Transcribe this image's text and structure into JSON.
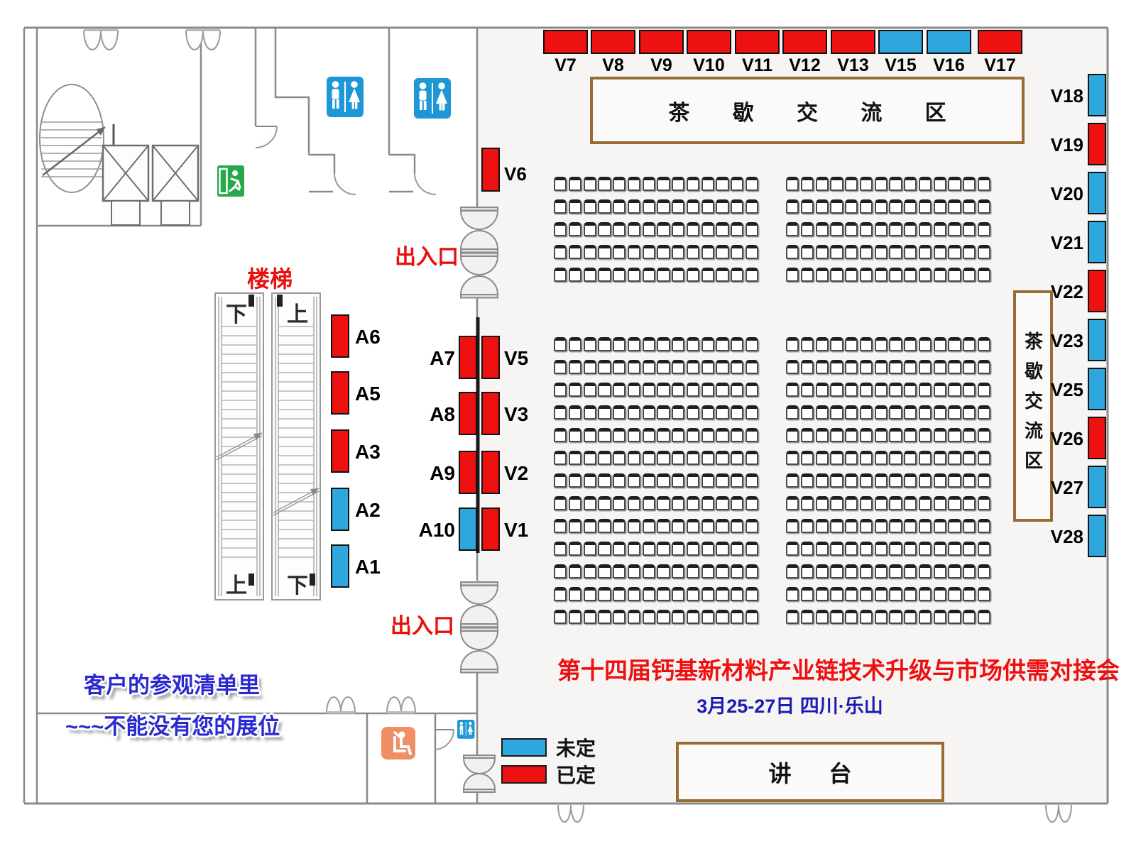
{
  "event": {
    "title": "第十四届钙基新材料产业链技术升级与市场供需对接会",
    "date_location": "3月25-27日 四川·乐山"
  },
  "promo": {
    "line1": "客户的参观清单里",
    "line2": "~~~不能没有您的展位"
  },
  "legend": {
    "available_label": "未定",
    "booked_label": "已定"
  },
  "colors": {
    "available": "#2da7dd",
    "booked": "#ee1111",
    "area_border": "#9a6a33",
    "label_red": "#e8100c",
    "title_red": "#ee1010",
    "date_blue": "#1b1bb3",
    "promo_blue": "#2a2ad0"
  },
  "areas": {
    "tea_break_top": "茶 歇 交 流 区",
    "tea_break_right": "茶歇交流区",
    "stage": "讲 台"
  },
  "labels": {
    "stairs": "楼梯",
    "entrance_top": "出入口",
    "entrance_bottom": "出入口",
    "escalator_top_left": "下",
    "escalator_top_right": "上",
    "escalator_bottom_left": "上",
    "escalator_bottom_right": "下"
  },
  "booths": {
    "top_row": [
      {
        "id": "V7",
        "status": "booked"
      },
      {
        "id": "V8",
        "status": "booked"
      },
      {
        "id": "V9",
        "status": "booked"
      },
      {
        "id": "V10",
        "status": "booked"
      },
      {
        "id": "V11",
        "status": "booked"
      },
      {
        "id": "V12",
        "status": "booked"
      },
      {
        "id": "V13",
        "status": "booked"
      },
      {
        "id": "V15",
        "status": "available"
      },
      {
        "id": "V16",
        "status": "available"
      },
      {
        "id": "V17",
        "status": "booked"
      }
    ],
    "right_column": [
      {
        "id": "V18",
        "status": "available"
      },
      {
        "id": "V19",
        "status": "booked"
      },
      {
        "id": "V20",
        "status": "available"
      },
      {
        "id": "V21",
        "status": "available"
      },
      {
        "id": "V22",
        "status": "booked"
      },
      {
        "id": "V23",
        "status": "available"
      },
      {
        "id": "V25",
        "status": "available"
      },
      {
        "id": "V26",
        "status": "booked"
      },
      {
        "id": "V27",
        "status": "available"
      },
      {
        "id": "V28",
        "status": "available"
      }
    ],
    "stair_side": [
      {
        "id": "A6",
        "status": "booked"
      },
      {
        "id": "A5",
        "status": "booked"
      },
      {
        "id": "A3",
        "status": "booked"
      },
      {
        "id": "A2",
        "status": "available"
      },
      {
        "id": "A1",
        "status": "available"
      }
    ],
    "wall_pairs": [
      {
        "left": {
          "id": "A7",
          "status": "booked"
        },
        "right": {
          "id": "V5",
          "status": "booked"
        }
      },
      {
        "left": {
          "id": "A8",
          "status": "booked"
        },
        "right": {
          "id": "V3",
          "status": "booked"
        }
      },
      {
        "left": {
          "id": "A9",
          "status": "booked"
        },
        "right": {
          "id": "V2",
          "status": "booked"
        }
      },
      {
        "left": {
          "id": "A10",
          "status": "available"
        },
        "right": {
          "id": "V1",
          "status": "booked"
        }
      }
    ],
    "entry_side": [
      {
        "id": "V6",
        "status": "booked"
      }
    ]
  },
  "seating": {
    "blocks": 2,
    "chairs_per_row": 14,
    "front_rows": 5,
    "back_rows": 13
  }
}
